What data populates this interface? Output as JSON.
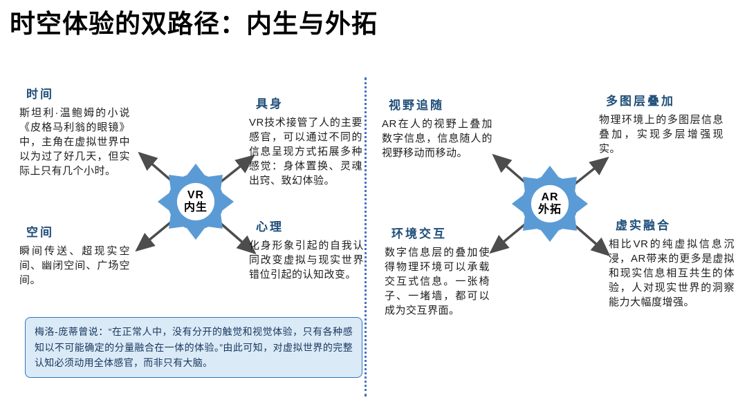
{
  "title": "时空体验的双路径：内生与外拓",
  "colors": {
    "gear_blue": "#5B9BD5",
    "heading_blue": "#1F4E79",
    "quote_bg": "#DBEAF7",
    "quote_border": "#2E75B6",
    "divider_blue": "#4472C4",
    "arrow_gray": "#4d4d4d"
  },
  "left": {
    "hub": {
      "line1": "VR",
      "line2": "内生"
    },
    "sections": [
      {
        "heading": "时间",
        "body": "斯坦利·温鲍姆的小说《皮格马利翁的眼镜》中，主角在虚拟世界中以为过了好几天，但实际上只有几个小时。"
      },
      {
        "heading": "具身",
        "body": "VR技术接管了人的主要感官，可以通过不同的信息呈现方式拓展多种感觉：身体置换、灵魂出窍、致幻体验。"
      },
      {
        "heading": "空间",
        "body": "瞬间传送、超现实空间、幽闭空间、广场空间。"
      },
      {
        "heading": "心理",
        "body": "化身形象引起的自我认同改变虚拟与现实世界错位引起的认知改变。"
      }
    ],
    "quote": "梅洛-庞蒂曾说：“在正常人中，没有分开的触觉和视觉体验，只有各种感知以不可能确定的分量融合在一体的体验。”由此可知，对虚拟世界的完整认知必须动用全体感官，而非只有大脑。"
  },
  "right": {
    "hub": {
      "line1": "AR",
      "line2": "外拓"
    },
    "sections": [
      {
        "heading": "视野追随",
        "body": "AR在人的视野上叠加数字信息，信息随人的视野移动而移动。"
      },
      {
        "heading": "多图层叠加",
        "body": "物理环境上的多图层信息叠加，实现多层增强现实。"
      },
      {
        "heading": "环境交互",
        "body": "数字信息层的叠加使得物理环境可以承载交互式信息。一张椅子、一堵墙，都可以成为交互界面。"
      },
      {
        "heading": "虚实融合",
        "body": "相比VR的纯虚拟信息沉浸，AR带来的更多是虚拟和现实信息相互共生的体验，人对现实世界的洞察能力大幅度增强。"
      }
    ]
  }
}
